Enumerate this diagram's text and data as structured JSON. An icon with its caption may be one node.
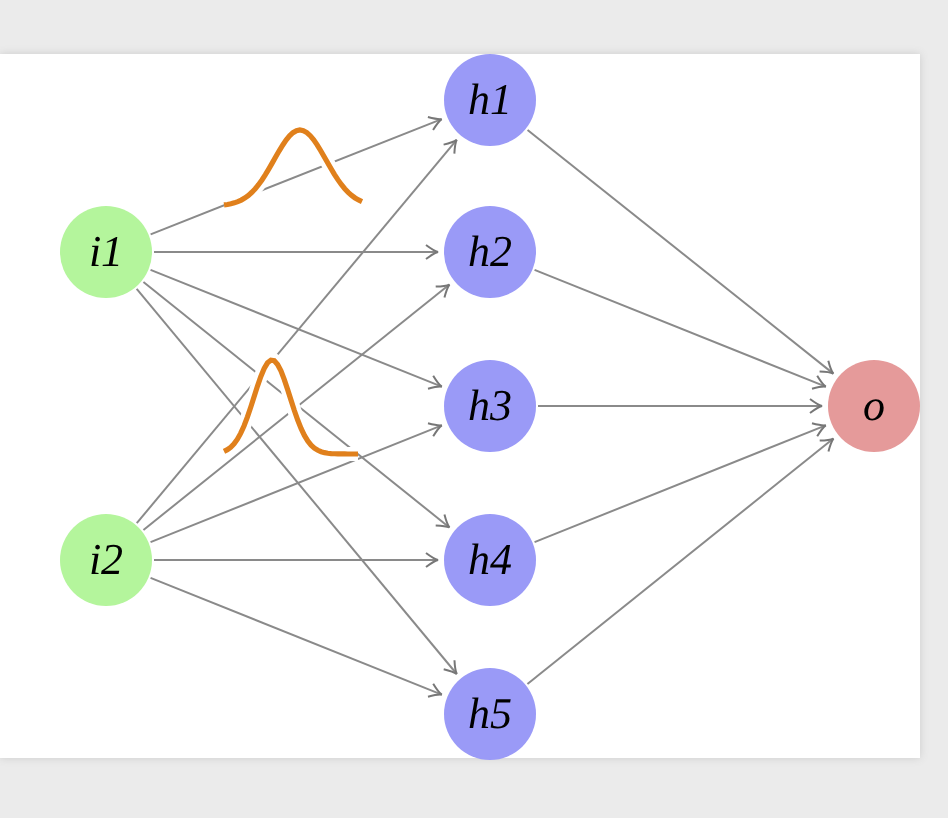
{
  "diagram": {
    "nodes": [
      {
        "text": [
          "i1"
        ]
      },
      {
        "text": [
          "i2"
        ]
      },
      {
        "text": [
          "h1"
        ]
      },
      {
        "text": [
          "h2"
        ]
      },
      {
        "text": [
          "h3"
        ]
      },
      {
        "text": [
          "h4"
        ]
      },
      {
        "text": [
          "h5"
        ]
      },
      {
        "text": [
          "o"
        ]
      }
    ],
    "edges": [
      {
        "from": 0,
        "to": 2,
        "arrow": "to"
      },
      {
        "from": 0,
        "to": 3,
        "arrow": "to"
      },
      {
        "from": 0,
        "to": 4,
        "arrow": "to"
      },
      {
        "from": 0,
        "to": 5,
        "arrow": "to"
      },
      {
        "from": 0,
        "to": 6,
        "arrow": "to"
      },
      {
        "from": 1,
        "to": 2,
        "arrow": "to"
      },
      {
        "from": 1,
        "to": 3,
        "arrow": "to"
      },
      {
        "from": 1,
        "to": 4,
        "arrow": "to"
      },
      {
        "from": 1,
        "to": 5,
        "arrow": "to"
      },
      {
        "from": 1,
        "to": 6,
        "arrow": "to"
      },
      {
        "from": 2,
        "to": 7,
        "arrow": "to"
      },
      {
        "from": 3,
        "to": 7,
        "arrow": "to"
      },
      {
        "from": 4,
        "to": 7,
        "arrow": "to"
      },
      {
        "from": 5,
        "to": 7,
        "arrow": "to"
      },
      {
        "from": 6,
        "to": 7,
        "arrow": "to"
      }
    ]
  }
}
